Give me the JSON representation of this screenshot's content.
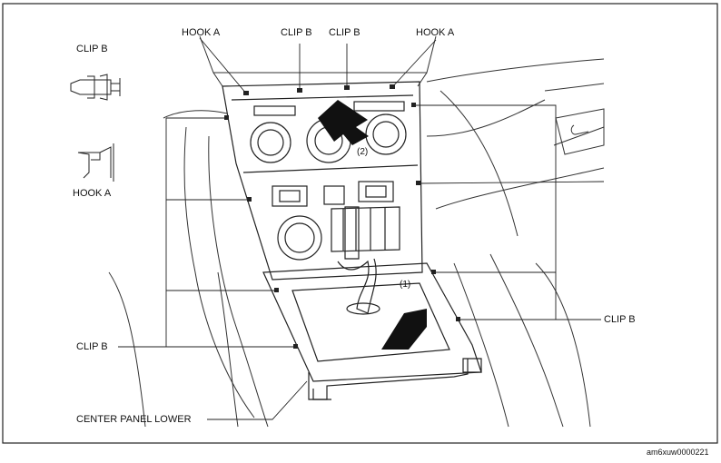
{
  "labels": {
    "hook_a_left": "HOOK A",
    "clip_b_1": "CLIP B",
    "clip_b_2": "CLIP B",
    "hook_a_right": "HOOK A",
    "clip_b_detail": "CLIP B",
    "hook_a_detail": "HOOK A",
    "clip_b_left": "CLIP B",
    "clip_b_right": "CLIP B",
    "center_panel_lower": "CENTER PANEL LOWER",
    "step_1": "(1)",
    "step_2": "(2)",
    "image_code": "am6xuw0000221"
  }
}
